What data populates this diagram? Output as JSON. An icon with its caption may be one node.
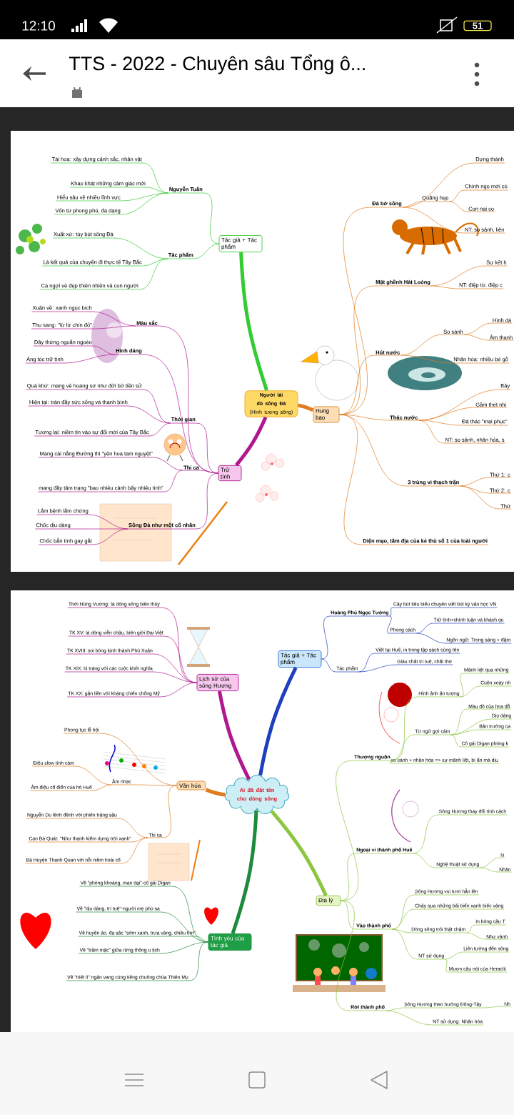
{
  "diagram": {
    "nodes": [
      {
        "text": [
          "Người lái đò sông Đà",
          "(Hình tượng sông)"
        ]
      },
      {
        "text": [
          "Tác giả + Tác phẩm"
        ]
      },
      {
        "text": [
          "Nguyễn Tuân"
        ]
      },
      {
        "text": [
          "Tài hoa: xây dựng cảnh sắc, nhân vật"
        ]
      },
      {
        "text": [
          "Khao khát những cảm giác mới"
        ]
      },
      {
        "text": [
          "Hiểu sâu về nhiều lĩnh vực"
        ]
      },
      {
        "text": [
          "Vốn từ phong phú, đa dạng"
        ]
      },
      {
        "text": [
          "Tác phẩm"
        ]
      },
      {
        "text": [
          "Xuất xứ: tùy bút sông Đà"
        ]
      },
      {
        "text": [
          "Là kết quả của chuyến đi thực tế Tây Bắc"
        ]
      },
      {
        "text": [
          "Ca ngợi vẻ đẹp thiên nhiên và con người"
        ]
      },
      {
        "text": [
          "Trữ tình"
        ]
      },
      {
        "text": [
          "Màu sắc"
        ]
      },
      {
        "text": [
          "Xuân về: xanh ngọc bích"
        ]
      },
      {
        "text": [
          "Thu sang: \"lừ lừ chín đỏ\""
        ]
      },
      {
        "text": [
          "Hình dáng"
        ]
      },
      {
        "text": [
          "Dây thừng ngoằn ngoèo"
        ]
      },
      {
        "text": [
          "Áng tóc trữ tình"
        ]
      },
      {
        "text": [
          "Thời gian"
        ]
      },
      {
        "text": [
          "Quá khứ: mang vẻ hoang sơ như đời bờ tiền sử"
        ]
      },
      {
        "text": [
          "Hiện tại: tràn đầy sức sống và thanh bình"
        ]
      },
      {
        "text": [
          "Tương lai: niềm tin vào sự đổi mới của Tây Bắc"
        ]
      },
      {
        "text": [
          "Thi ca"
        ]
      },
      {
        "text": [
          "Mang cái nắng Đường thi \"yên hoa tam nguyệt\""
        ]
      },
      {
        "text": [
          "mang đầy tâm trạng \"bao nhiêu cảnh bấy nhiêu tình\""
        ]
      },
      {
        "text": [
          "Sông Đà như một cố nhân"
        ]
      },
      {
        "text": [
          "Lắm bệnh lắm chứng"
        ]
      },
      {
        "text": [
          "Chốc dịu dàng"
        ]
      },
      {
        "text": [
          "Chốc bẳn tính gay gắt"
        ]
      },
      {
        "text": [
          "Hung bạo"
        ]
      },
      {
        "text": [
          "Đá bờ sông"
        ]
      },
      {
        "text": [
          "Dựng thành"
        ]
      },
      {
        "text": [
          "Quãng hẹp"
        ]
      },
      {
        "text": [
          "Chính ngọ mới có"
        ]
      },
      {
        "text": [
          "Con nai co"
        ]
      },
      {
        "text": [
          "NT: so sánh, liên"
        ]
      },
      {
        "text": [
          "Mặt ghềnh Hát Loóng"
        ]
      },
      {
        "text": [
          "Sự kết h"
        ]
      },
      {
        "text": [
          "NT: điệp từ, điệp c"
        ]
      },
      {
        "text": [
          "Hút nước"
        ]
      },
      {
        "text": [
          "So sánh"
        ]
      },
      {
        "text": [
          "Hình dá"
        ]
      },
      {
        "text": [
          "Âm thanh"
        ]
      },
      {
        "text": [
          "Nhân hóa: nhiều bè gỗ"
        ]
      },
      {
        "text": [
          "Thác nước"
        ]
      },
      {
        "text": [
          "Bảy"
        ]
      },
      {
        "text": [
          "Gầm thét nhi"
        ]
      },
      {
        "text": [
          "Đá thác \"mai phục\""
        ]
      },
      {
        "text": [
          "NT: so sánh, nhân hóa, s"
        ]
      },
      {
        "text": [
          "3 trùng vi thạch trận"
        ]
      },
      {
        "text": [
          "Thứ 1: c"
        ]
      },
      {
        "text": [
          "Thứ 2: c"
        ]
      },
      {
        "text": [
          "Thứ"
        ]
      },
      {
        "text": [
          "Diện mạo, tâm địa của kẻ thù số 1 của loài người"
        ]
      },
      {
        "text": [
          "Ai đã đặt tên cho dòng sông"
        ]
      },
      {
        "text": [
          "Lịch sử của sông Hương"
        ]
      },
      {
        "text": [
          "Thời Hùng Vương: là dòng sông biên thùy"
        ]
      },
      {
        "text": [
          "TK XV: là dòng viễn châu, biên giới Đại Việt"
        ]
      },
      {
        "text": [
          "TK XVIII: soi bóng kinh thành Phú Xuân"
        ]
      },
      {
        "text": [
          "TK XIX: bi tráng với các cuộc khởi nghĩa"
        ]
      },
      {
        "text": [
          "TK XX: gắn liền với kháng chiến chống Mỹ"
        ]
      },
      {
        "text": [
          "Văn hóa"
        ]
      },
      {
        "text": [
          "Phong tục lễ hội"
        ]
      },
      {
        "text": [
          "Âm nhạc"
        ]
      },
      {
        "text": [
          "Điệu slow tình cảm"
        ]
      },
      {
        "text": [
          "Âm điệu cổ điển của hò Huế"
        ]
      },
      {
        "text": [
          "Thi ca"
        ]
      },
      {
        "text": [
          "Nguyễn Du lênh đênh với phiến trăng sầu"
        ]
      },
      {
        "text": [
          "Cao Bá Quát: \"Như thanh kiếm dựng trời xanh\""
        ]
      },
      {
        "text": [
          "Bà Huyện Thanh Quan với nỗi niềm hoài cổ"
        ]
      },
      {
        "text": [
          "Tình yêu của tác giả"
        ]
      },
      {
        "text": [
          "Về \"phóng khoáng, man dại\"-cô gái Digan"
        ]
      },
      {
        "text": [
          "Về \"dịu dàng, trí tuệ\"-người mẹ phù sa"
        ]
      },
      {
        "text": [
          "Về huyền ảo, đa sắc \"sớm xanh, trưa vàng, chiều tím\""
        ]
      },
      {
        "text": [
          "Về \"trầm mặc\" giữa rừng thông u tịch"
        ]
      },
      {
        "text": [
          "Về \"triết lí\" ngân vang cùng tiếng chuông chùa Thiên Mụ"
        ]
      },
      {
        "text": [
          "Tác giả + Tác phẩm"
        ]
      },
      {
        "text": [
          "Hoàng Phủ Ngọc Tường"
        ]
      },
      {
        "text": [
          "Cây bút tiêu biểu chuyên viết bút ký văn học VN"
        ]
      },
      {
        "text": [
          "Phong cách"
        ]
      },
      {
        "text": [
          "Trữ tình+chính luận và khách qu"
        ]
      },
      {
        "text": [
          "Ngôn ngữ: Trong sáng + đậm"
        ]
      },
      {
        "text": [
          "Tác phẩm"
        ]
      },
      {
        "text": [
          "Viết tại Huế, in trong tập sách cùng tên"
        ]
      },
      {
        "text": [
          "Giàu chất trí tuệ, chất thơ"
        ]
      },
      {
        "text": [
          "Địa lý"
        ]
      },
      {
        "text": [
          "Thượng nguồn"
        ]
      },
      {
        "text": [
          "Hình ảnh ấn tượng"
        ]
      },
      {
        "text": [
          "Mãnh liệt qua những"
        ]
      },
      {
        "text": [
          "Cuộn xoáy nh"
        ]
      },
      {
        "text": [
          "Từ ngữ gợi cảm"
        ]
      },
      {
        "text": [
          "Màu đỏ của hoa đỗ"
        ]
      },
      {
        "text": [
          "Dịu dàng"
        ]
      },
      {
        "text": [
          "Bản trường ca"
        ]
      },
      {
        "text": [
          "Cô gái Digan phóng k"
        ]
      },
      {
        "text": [
          "so sánh + nhân hóa => sự mãnh liệt, bí ẩn mà dịu"
        ]
      },
      {
        "text": [
          "Ngoại vi thành phố Huế"
        ]
      },
      {
        "text": [
          "Sông Hương thay đổi tính cách"
        ]
      },
      {
        "text": [
          "Nghệ thuật sử dụng"
        ]
      },
      {
        "text": [
          "N"
        ]
      },
      {
        "text": [
          "Nhân"
        ]
      },
      {
        "text": [
          "Vào thành phố"
        ]
      },
      {
        "text": [
          "Sông Hương vui tươi hẳn lên"
        ]
      },
      {
        "text": [
          "Chảy qua những bãi biển xanh biếc vàng"
        ]
      },
      {
        "text": [
          "Dòng sông trôi thật chậm"
        ]
      },
      {
        "text": [
          "In bóng cầu T"
        ]
      },
      {
        "text": [
          "Như vành"
        ]
      },
      {
        "text": [
          "NT sử dụng"
        ]
      },
      {
        "text": [
          "Liên tưởng đến sông"
        ]
      },
      {
        "text": [
          "Mượn câu nói của Heraclit"
        ]
      },
      {
        "text": [
          "Rời thành phố"
        ]
      },
      {
        "text": [
          "Sông Hương theo hướng Đông-Tây"
        ]
      },
      {
        "text": [
          "Nh"
        ]
      },
      {
        "text": [
          "NT sử dụng: Nhân hóa"
        ]
      }
    ],
    "edges": [
      {
        "from": 0,
        "to": 1,
        "arrow": "none",
        "style": "thick",
        "color": "#33cc33"
      },
      {
        "from": 1,
        "to": 2,
        "arrow": "none",
        "color": "#33cc33"
      },
      {
        "from": 2,
        "to": 3,
        "arrow": "none",
        "color": "#33cc33"
      },
      {
        "from": 2,
        "to": 4,
        "arrow": "none",
        "color": "#33cc33"
      },
      {
        "from": 2,
        "to": 5,
        "arrow": "none",
        "color": "#33cc33"
      },
      {
        "from": 2,
        "to": 6,
        "arrow": "none",
        "color": "#33cc33"
      },
      {
        "from": 1,
        "to": 7,
        "arrow": "none",
        "color": "#33cc33"
      },
      {
        "from": 7,
        "to": 8,
        "arrow": "none",
        "color": "#33cc33"
      },
      {
        "from": 7,
        "to": 9,
        "arrow": "none",
        "color": "#33cc33"
      },
      {
        "from": 7,
        "to": 10,
        "arrow": "none",
        "color": "#33cc33"
      },
      {
        "from": 0,
        "to": 11,
        "arrow": "none",
        "style": "thick",
        "color": "#b0188f"
      },
      {
        "from": 11,
        "to": 12,
        "arrow": "none",
        "color": "#b0188f"
      },
      {
        "from": 12,
        "to": 13,
        "arrow": "none",
        "color": "#b0188f"
      },
      {
        "from": 12,
        "to": 14,
        "arrow": "none",
        "color": "#b0188f"
      },
      {
        "from": 11,
        "to": 15,
        "arrow": "none",
        "color": "#b0188f"
      },
      {
        "from": 15,
        "to": 16,
        "arrow": "none",
        "color": "#b0188f"
      },
      {
        "from": 15,
        "to": 17,
        "arrow": "none",
        "color": "#b0188f"
      },
      {
        "from": 11,
        "to": 18,
        "arrow": "none",
        "color": "#b0188f"
      },
      {
        "from": 18,
        "to": 19,
        "arrow": "none",
        "color": "#b0188f"
      },
      {
        "from": 18,
        "to": 20,
        "arrow": "none",
        "color": "#b0188f"
      },
      {
        "from": 18,
        "to": 21,
        "arrow": "none",
        "color": "#b0188f"
      },
      {
        "from": 11,
        "to": 22,
        "arrow": "none",
        "color": "#b0188f"
      },
      {
        "from": 22,
        "to": 23,
        "arrow": "none",
        "color": "#b0188f"
      },
      {
        "from": 22,
        "to": 24,
        "arrow": "none",
        "color": "#b0188f"
      },
      {
        "from": 11,
        "to": 25,
        "arrow": "none",
        "color": "#b0188f"
      },
      {
        "from": 25,
        "to": 26,
        "arrow": "none",
        "color": "#b0188f"
      },
      {
        "from": 25,
        "to": 27,
        "arrow": "none",
        "color": "#b0188f"
      },
      {
        "from": 25,
        "to": 28,
        "arrow": "none",
        "color": "#b0188f"
      },
      {
        "from": 0,
        "to": 29,
        "arrow": "none",
        "style": "thick",
        "color": "#e07b20"
      },
      {
        "from": 29,
        "to": 30,
        "arrow": "none",
        "color": "#e07b20"
      },
      {
        "from": 30,
        "to": 31,
        "arrow": "none",
        "color": "#e07b20"
      },
      {
        "from": 30,
        "to": 32,
        "arrow": "none",
        "color": "#e07b20"
      },
      {
        "from": 32,
        "to": 33,
        "arrow": "none",
        "color": "#e07b20"
      },
      {
        "from": 32,
        "to": 34,
        "arrow": "none",
        "color": "#e07b20"
      },
      {
        "from": 30,
        "to": 35,
        "arrow": "none",
        "color": "#e07b20"
      },
      {
        "from": 29,
        "to": 36,
        "arrow": "none",
        "color": "#e07b20"
      },
      {
        "from": 36,
        "to": 37,
        "arrow": "none",
        "color": "#e07b20"
      },
      {
        "from": 36,
        "to": 38,
        "arrow": "none",
        "color": "#e07b20"
      },
      {
        "from": 29,
        "to": 39,
        "arrow": "none",
        "color": "#e07b20"
      },
      {
        "from": 39,
        "to": 40,
        "arrow": "none",
        "color": "#e07b20"
      },
      {
        "from": 40,
        "to": 41,
        "arrow": "none",
        "color": "#e07b20"
      },
      {
        "from": 40,
        "to": 42,
        "arrow": "none",
        "color": "#e07b20"
      },
      {
        "from": 39,
        "to": 43,
        "arrow": "none",
        "color": "#e07b20"
      },
      {
        "from": 29,
        "to": 44,
        "arrow": "none",
        "color": "#e07b20"
      },
      {
        "from": 44,
        "to": 45,
        "arrow": "none",
        "color": "#e07b20"
      },
      {
        "from": 44,
        "to": 46,
        "arrow": "none",
        "color": "#e07b20"
      },
      {
        "from": 44,
        "to": 47,
        "arrow": "none",
        "color": "#e07b20"
      },
      {
        "from": 44,
        "to": 48,
        "arrow": "none",
        "color": "#e07b20"
      },
      {
        "from": 29,
        "to": 49,
        "arrow": "none",
        "color": "#e07b20"
      },
      {
        "from": 49,
        "to": 50,
        "arrow": "none",
        "color": "#e07b20"
      },
      {
        "from": 49,
        "to": 51,
        "arrow": "none",
        "color": "#e07b20"
      },
      {
        "from": 49,
        "to": 52,
        "arrow": "none",
        "color": "#e07b20"
      },
      {
        "from": 29,
        "to": 53,
        "arrow": "none",
        "color": "#e07b20"
      },
      {
        "from": 54,
        "to": 55,
        "arrow": "none",
        "style": "thick",
        "color": "#b0188f"
      },
      {
        "from": 55,
        "to": 56,
        "arrow": "none",
        "color": "#b0188f"
      },
      {
        "from": 55,
        "to": 57,
        "arrow": "none",
        "color": "#b0188f"
      },
      {
        "from": 55,
        "to": 58,
        "arrow": "none",
        "color": "#b0188f"
      },
      {
        "from": 55,
        "to": 59,
        "arrow": "none",
        "color": "#b0188f"
      },
      {
        "from": 55,
        "to": 60,
        "arrow": "none",
        "color": "#b0188f"
      },
      {
        "from": 54,
        "to": 61,
        "arrow": "none",
        "style": "thick",
        "color": "#e07b20"
      },
      {
        "from": 61,
        "to": 62,
        "arrow": "none",
        "color": "#e07b20"
      },
      {
        "from": 61,
        "to": 63,
        "arrow": "none",
        "color": "#e07b20"
      },
      {
        "from": 63,
        "to": 64,
        "arrow": "none",
        "color": "#e07b20"
      },
      {
        "from": 63,
        "to": 65,
        "arrow": "none",
        "color": "#e07b20"
      },
      {
        "from": 61,
        "to": 66,
        "arrow": "none",
        "color": "#e07b20"
      },
      {
        "from": 66,
        "to": 67,
        "arrow": "none",
        "color": "#e07b20"
      },
      {
        "from": 66,
        "to": 68,
        "arrow": "none",
        "color": "#e07b20"
      },
      {
        "from": 66,
        "to": 69,
        "arrow": "none",
        "color": "#e07b20"
      },
      {
        "from": 54,
        "to": 70,
        "arrow": "none",
        "style": "thick",
        "color": "#1e8a3c"
      },
      {
        "from": 70,
        "to": 71,
        "arrow": "none",
        "color": "#1e8a3c"
      },
      {
        "from": 70,
        "to": 72,
        "arrow": "none",
        "color": "#1e8a3c"
      },
      {
        "from": 70,
        "to": 73,
        "arrow": "none",
        "color": "#1e8a3c"
      },
      {
        "from": 70,
        "to": 74,
        "arrow": "none",
        "color": "#1e8a3c"
      },
      {
        "from": 70,
        "to": 75,
        "arrow": "none",
        "color": "#1e8a3c"
      },
      {
        "from": 54,
        "to": 76,
        "arrow": "none",
        "style": "thick",
        "color": "#1f3fbf"
      },
      {
        "from": 76,
        "to": 77,
        "arrow": "none",
        "color": "#1f3fbf"
      },
      {
        "from": 77,
        "to": 78,
        "arrow": "none",
        "color": "#1f3fbf"
      },
      {
        "from": 77,
        "to": 79,
        "arrow": "none",
        "color": "#1f3fbf"
      },
      {
        "from": 79,
        "to": 80,
        "arrow": "none",
        "color": "#1f3fbf"
      },
      {
        "from": 79,
        "to": 81,
        "arrow": "none",
        "color": "#1f3fbf"
      },
      {
        "from": 76,
        "to": 82,
        "arrow": "none",
        "color": "#1f3fbf"
      },
      {
        "from": 82,
        "to": 83,
        "arrow": "none",
        "color": "#1f3fbf"
      },
      {
        "from": 82,
        "to": 84,
        "arrow": "none",
        "color": "#1f3fbf"
      },
      {
        "from": 54,
        "to": 85,
        "arrow": "none",
        "style": "thick",
        "color": "#8cc63f"
      },
      {
        "from": 85,
        "to": 86,
        "arrow": "none",
        "color": "#8cc63f"
      },
      {
        "from": 86,
        "to": 87,
        "arrow": "none",
        "color": "#8cc63f"
      },
      {
        "from": 87,
        "to": 88,
        "arrow": "none",
        "color": "#8cc63f"
      },
      {
        "from": 87,
        "to": 89,
        "arrow": "none",
        "color": "#8cc63f"
      },
      {
        "from": 86,
        "to": 90,
        "arrow": "none",
        "color": "#8cc63f"
      },
      {
        "from": 90,
        "to": 91,
        "arrow": "none",
        "color": "#8cc63f"
      },
      {
        "from": 90,
        "to": 92,
        "arrow": "none",
        "color": "#8cc63f"
      },
      {
        "from": 90,
        "to": 93,
        "arrow": "none",
        "color": "#8cc63f"
      },
      {
        "from": 90,
        "to": 94,
        "arrow": "none",
        "color": "#8cc63f"
      },
      {
        "from": 86,
        "to": 95,
        "arrow": "none",
        "color": "#8cc63f"
      },
      {
        "from": 85,
        "to": 96,
        "arrow": "none",
        "color": "#8cc63f"
      },
      {
        "from": 96,
        "to": 97,
        "arrow": "none",
        "color": "#8cc63f"
      },
      {
        "from": 96,
        "to": 98,
        "arrow": "none",
        "color": "#8cc63f"
      },
      {
        "from": 98,
        "to": 99,
        "arrow": "none",
        "color": "#8cc63f"
      },
      {
        "from": 98,
        "to": 100,
        "arrow": "none",
        "color": "#8cc63f"
      },
      {
        "from": 85,
        "to": 101,
        "arrow": "none",
        "color": "#8cc63f"
      },
      {
        "from": 101,
        "to": 102,
        "arrow": "none",
        "color": "#8cc63f"
      },
      {
        "from": 101,
        "to": 103,
        "arrow": "none",
        "color": "#8cc63f"
      },
      {
        "from": 101,
        "to": 104,
        "arrow": "none",
        "color": "#8cc63f"
      },
      {
        "from": 104,
        "to": 105,
        "arrow": "none",
        "color": "#8cc63f"
      },
      {
        "from": 104,
        "to": 106,
        "arrow": "none",
        "color": "#8cc63f"
      },
      {
        "from": 101,
        "to": 107,
        "arrow": "none",
        "color": "#8cc63f"
      },
      {
        "from": 107,
        "to": 108,
        "arrow": "none",
        "color": "#8cc63f"
      },
      {
        "from": 107,
        "to": 109,
        "arrow": "none",
        "color": "#8cc63f"
      },
      {
        "from": 85,
        "to": 110,
        "arrow": "none",
        "color": "#8cc63f"
      },
      {
        "from": 110,
        "to": 111,
        "arrow": "none",
        "color": "#8cc63f"
      },
      {
        "from": 111,
        "to": 112,
        "arrow": "none",
        "color": "#8cc63f"
      },
      {
        "from": 110,
        "to": 113,
        "arrow": "none",
        "color": "#8cc63f"
      }
    ],
    "labels": [
      "12:10",
      "51",
      "TTS - 2022 - Chuyên sâu Tổng ô..."
    ]
  }
}
